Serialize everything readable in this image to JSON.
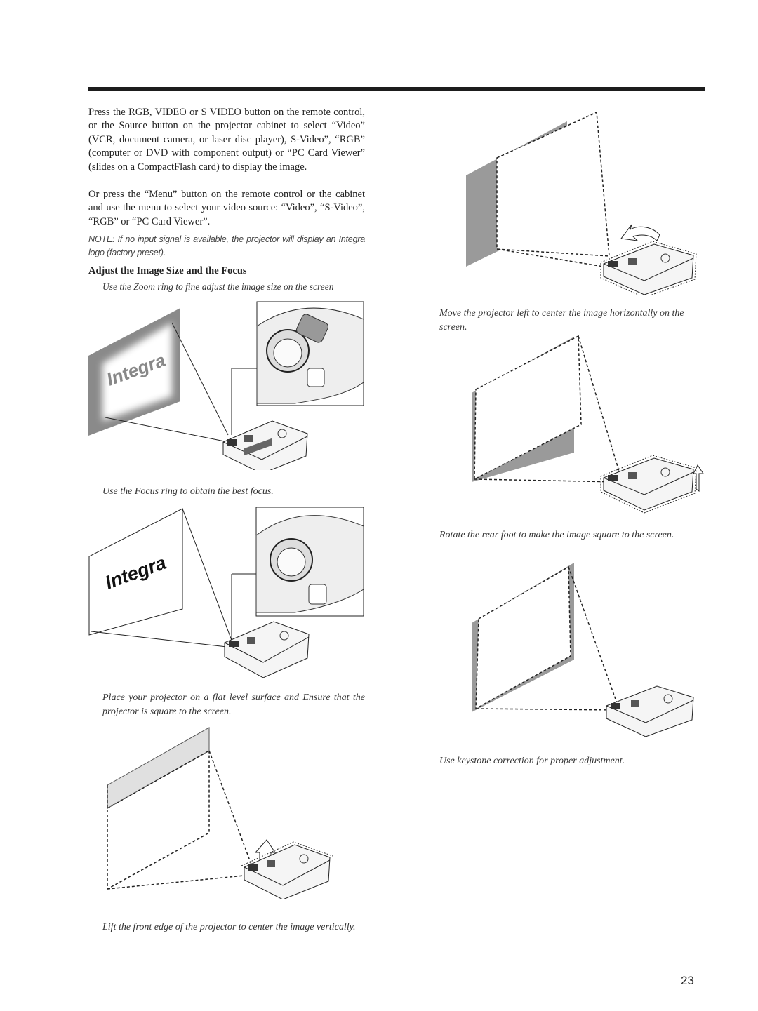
{
  "intro": {
    "paragraph1": "Press the RGB, VIDEO or S VIDEO button on the remote control, or the Source button on the projector cabinet to select “Video” (VCR, document camera, or laser disc player), S-Video”, “RGB” (computer or DVD with component output) or “PC Card Viewer” (slides on a CompactFlash card) to display the image.",
    "paragraph2": "Or press the “Menu” button on the remote control or the cabinet and use the menu to select your video source: “Video”, “S-Video”, “RGB” or “PC Card Viewer”.",
    "note": "NOTE: If no input signal is available, the projector will display an Integra logo (factory preset)."
  },
  "section": {
    "heading": "Adjust the Image Size and the Focus",
    "zoom_caption": "Use the Zoom ring to fine adjust the image size on the screen",
    "focus_caption": "Use the Focus ring to obtain the best focus.",
    "place_caption": "Place your projector on a flat level surface and Ensure that the projector is square to the screen.",
    "lift_caption": "Lift the front edge of the projector to center the image vertically.",
    "move_caption": "Move the projector left to center the image horizontally on the screen.",
    "rotate_caption": "Rotate the rear foot to make the image square to the screen.",
    "keystone_caption": "Use keystone correction for proper adjustment."
  },
  "logo_text": "Integra",
  "page_number": "23"
}
